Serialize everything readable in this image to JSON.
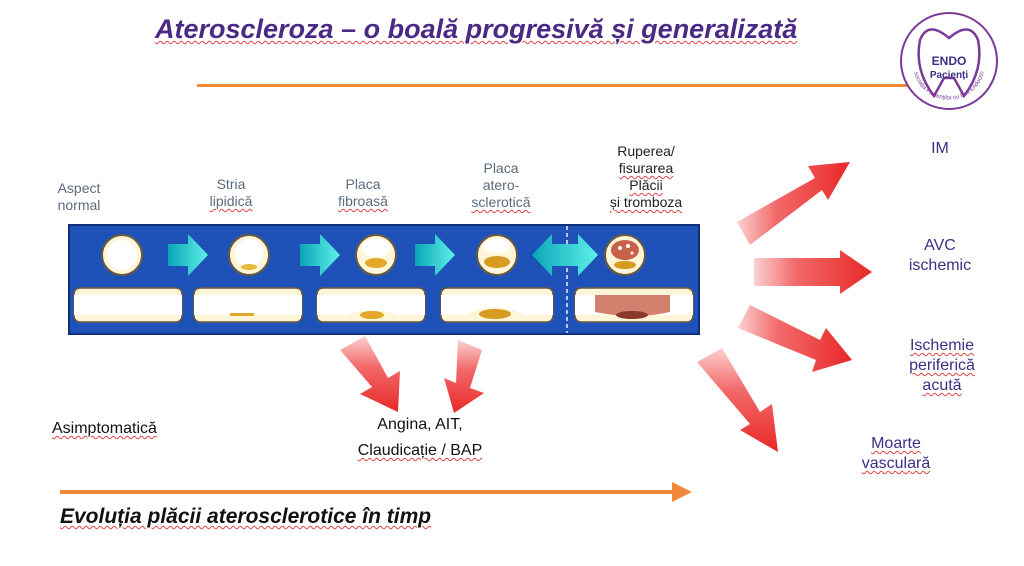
{
  "title": "Ateroscleroza – o boală progresivă și generalizată",
  "logo": {
    "line1": "ENDO",
    "line2": "Pacienți",
    "ring_text": "Asociația Pacienților cu Boli Endocrine"
  },
  "stages": [
    {
      "lines": [
        "Aspect",
        "normal"
      ]
    },
    {
      "lines": [
        "Stria",
        "lipidică"
      ]
    },
    {
      "lines": [
        "Placa",
        "fibroasă"
      ]
    },
    {
      "lines": [
        "Placa",
        "atero-",
        "sclerotică"
      ]
    },
    {
      "lines": [
        "Ruperea/",
        "fisurarea",
        "Plăcii",
        "și tromboza"
      ]
    }
  ],
  "outcomes": {
    "im": "IM",
    "avc_1": "AVC",
    "avc_2": "ischemic",
    "isch_1": "Ischemie",
    "isch_2": "periferică",
    "isch_3": "acută",
    "moarte_1": "Moarte",
    "moarte_2": "vasculară"
  },
  "asymptomatic": "Asimptomatică",
  "symptoms": {
    "line1": "Angina, AIT,",
    "line2": "Claudicație / BAP"
  },
  "evolution": "Evoluția plăcii aterosclerotice în timp",
  "colors": {
    "title": "#4b2a86",
    "accent_orange": "#f08a3a",
    "band_blue": "#1f52b8",
    "arrow_red": "#f04a4a",
    "arrow_cyan": "#1fc4c4"
  }
}
